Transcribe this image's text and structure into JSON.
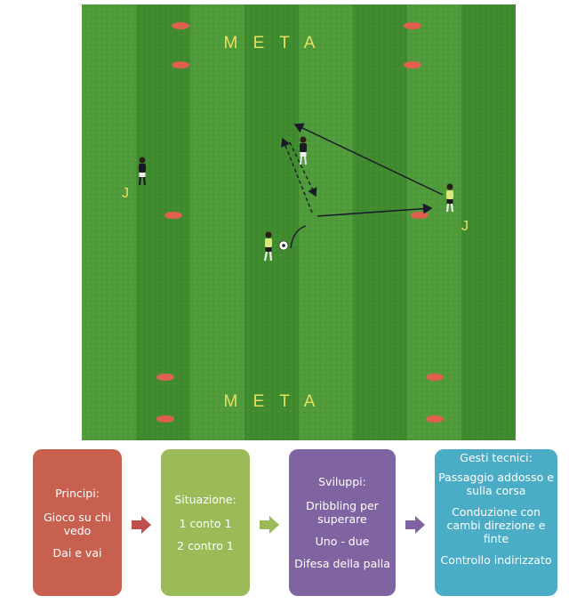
{
  "pitch": {
    "label_top": "M E T A",
    "label_bottom": "M E T A",
    "player_label_left": "J",
    "player_label_right": "J"
  },
  "boxes": {
    "principi": {
      "title": "Principi:",
      "lines": [
        "Gioco su chi vedo",
        "Dai e vai"
      ],
      "color": "#c8604f"
    },
    "situazione": {
      "title": "Situazione:",
      "lines": [
        "1 conto 1",
        "2 contro 1"
      ],
      "color": "#9bbb59"
    },
    "sviluppi": {
      "title": "Sviluppi:",
      "lines": [
        "Dribbling per superare",
        "Uno - due",
        "Difesa della palla"
      ],
      "color": "#8064a2"
    },
    "gesti": {
      "title": "Gesti tecnici:",
      "lines": [
        "Passaggio addosso e sulla corsa",
        "Conduzione con cambi direzione e finte",
        "Controllo indirizzato"
      ],
      "color": "#4bacc6"
    }
  },
  "colors": {
    "grass_light": "#4f9a3a",
    "grass_dark": "#3f8a2e",
    "cone": "#e0604f",
    "label": "#e8e060",
    "arrow_red": "#c0504d",
    "arrow_green": "#9bbb59",
    "arrow_purple": "#8064a2"
  }
}
